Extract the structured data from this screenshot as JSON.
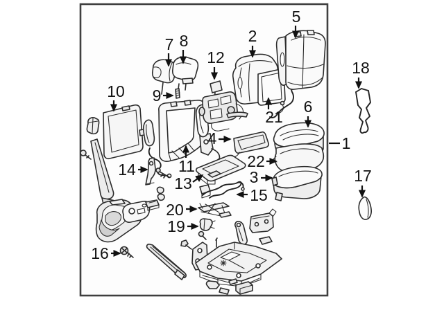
{
  "figure": {
    "type": "exploded-parts-diagram",
    "subject": "seat-assembly",
    "colors": {
      "background": "#ffffff",
      "panel_background": "#fdfdfd",
      "border": "#3f3f3f",
      "line": "#2b2b2b",
      "label_text": "#121212",
      "shade_light": "#f0f0f0",
      "shade_mid": "#d9d9d9",
      "shade_dark": "#cfcfcf"
    },
    "callouts": [
      {
        "number": "1"
      },
      {
        "number": "2"
      },
      {
        "number": "3"
      },
      {
        "number": "4"
      },
      {
        "number": "5"
      },
      {
        "number": "6"
      },
      {
        "number": "7"
      },
      {
        "number": "8"
      },
      {
        "number": "9"
      },
      {
        "number": "10"
      },
      {
        "number": "11"
      },
      {
        "number": "12"
      },
      {
        "number": "13"
      },
      {
        "number": "14"
      },
      {
        "number": "15"
      },
      {
        "number": "16"
      },
      {
        "number": "17"
      },
      {
        "number": "18"
      },
      {
        "number": "19"
      },
      {
        "number": "20"
      },
      {
        "number": "21"
      },
      {
        "number": "22"
      }
    ]
  }
}
